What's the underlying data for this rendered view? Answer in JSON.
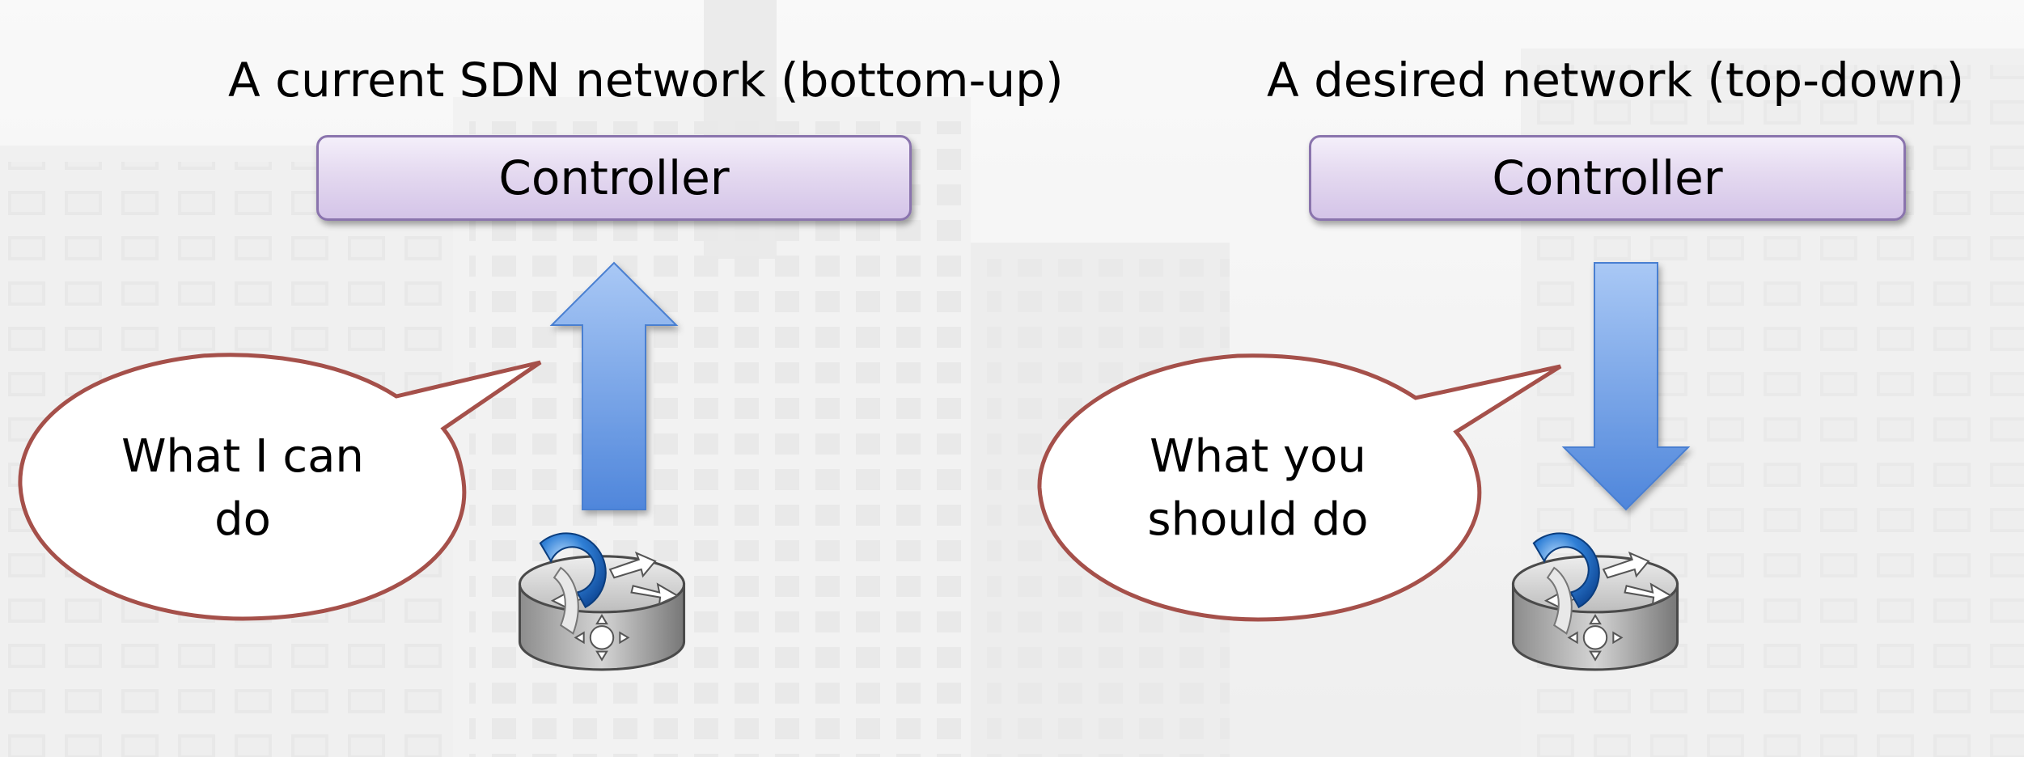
{
  "left_panel": {
    "title": "A current SDN network (bottom-up)",
    "controller_label": "Controller",
    "bubble_line1": "What I can",
    "bubble_line2": "do",
    "arrow_direction": "up"
  },
  "right_panel": {
    "title": "A desired network (top-down)",
    "controller_label": "Controller",
    "bubble_line1": "What you",
    "bubble_line2": "should do",
    "arrow_direction": "down"
  },
  "icons": [
    "sdn-switch-icon",
    "sdn-switch-icon"
  ],
  "colors": {
    "controller_fill": "#e4d9f0",
    "controller_border": "#8a74ad",
    "arrow_fill": "#6f9fe6",
    "bubble_border": "#a5504a"
  }
}
